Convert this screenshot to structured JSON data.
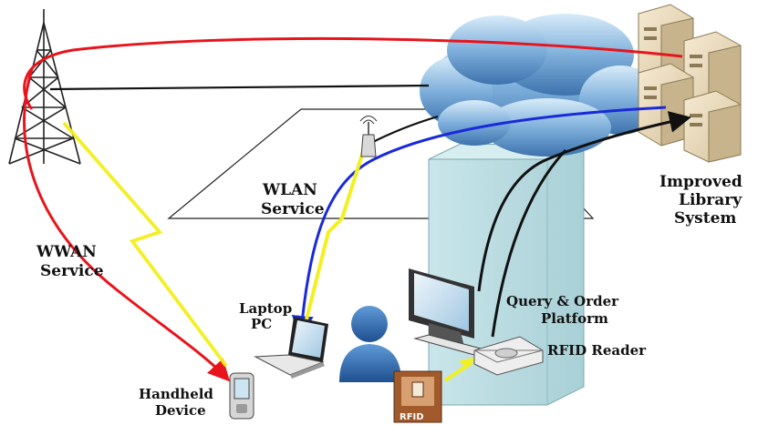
{
  "labels": {
    "wwan_line1": "WWAN",
    "wwan_line2": "Service",
    "wlan_line1": "WLAN",
    "wlan_line2": "Service",
    "system_line1": "Improved",
    "system_line2": "Library",
    "system_line3": "System",
    "laptop_line1": "Laptop",
    "laptop_line2": "PC",
    "query_line1": "Query & Order",
    "query_line2": "Platform",
    "rfid_reader": "RFID Reader",
    "handheld_line1": "Handheld",
    "handheld_line2": "Device",
    "rfid_tag": "RFID"
  },
  "icons": {
    "tower": "radio-tower-icon",
    "cloud": "network-cloud-icon",
    "servers": "server-rack-icon",
    "access_point": "wireless-access-point-icon",
    "laptop": "laptop-icon",
    "user": "user-icon",
    "monitor": "monitor-icon",
    "reader": "rfid-reader-icon",
    "handheld": "handheld-device-icon",
    "tag": "rfid-tag-icon"
  },
  "colors": {
    "wwan_link": "#e8141c",
    "wlan_link": "#1a2ad8",
    "wired_link": "#111111",
    "wireless_bolt": "#f3f020",
    "cloud": "#5a8fc4",
    "building": "#b9dde0",
    "user": "#2f6fb3"
  }
}
